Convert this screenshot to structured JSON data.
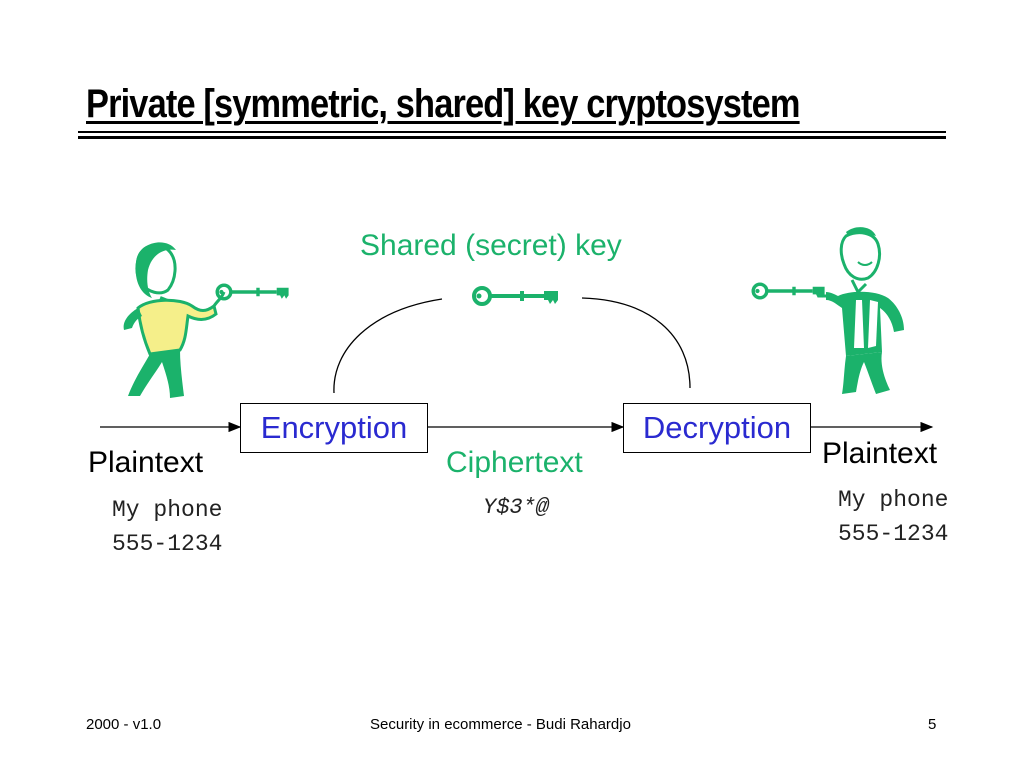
{
  "slide": {
    "title": "Private [symmetric, shared] key cryptosystem",
    "shared_key_label": "Shared (secret) key",
    "encryption_label": "Encryption",
    "decryption_label": "Decryption",
    "plaintext_left_label": "Plaintext",
    "plaintext_right_label": "Plaintext",
    "ciphertext_label": "Ciphertext",
    "left_message": [
      "My phone",
      "555-1234"
    ],
    "right_message": [
      "My phone",
      "555-1234"
    ],
    "ciphertext_value": "Y$3*@"
  },
  "footer": {
    "left": "2000 - v1.0",
    "center": "Security in ecommerce - Budi Rahardjo",
    "right": "5"
  },
  "colors": {
    "accent_green": "#1bb26b",
    "box_text_blue": "#2a2ad0",
    "shirt_yellow": "#f5ef8a"
  }
}
